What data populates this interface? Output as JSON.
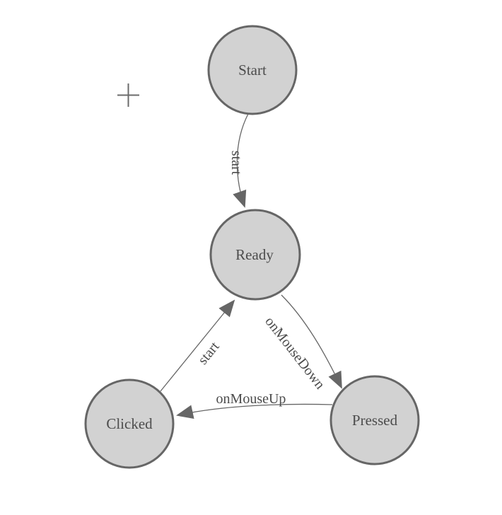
{
  "diagram": {
    "kind": "finite-state-machine",
    "colors": {
      "background": "#ffffff",
      "node_fill": "#d2d2d2",
      "node_stroke": "#666666",
      "edge": "#666666",
      "text": "#4c4c4c",
      "cursor": "#6b6b6b"
    },
    "nodes": [
      {
        "id": "start",
        "label": "Start"
      },
      {
        "id": "ready",
        "label": "Ready"
      },
      {
        "id": "clicked",
        "label": "Clicked"
      },
      {
        "id": "pressed",
        "label": "Pressed"
      }
    ],
    "edges": [
      {
        "id": "start-to-ready",
        "from": "Start",
        "to": "Ready",
        "label": "start"
      },
      {
        "id": "clicked-to-ready",
        "from": "Clicked",
        "to": "Ready",
        "label": "start"
      },
      {
        "id": "ready-to-pressed",
        "from": "Ready",
        "to": "Pressed",
        "label": "onMouseDown"
      },
      {
        "id": "pressed-to-clicked",
        "from": "Pressed",
        "to": "Clicked",
        "label": "onMouseUp"
      }
    ],
    "cursor": {
      "type": "crosshair"
    }
  }
}
